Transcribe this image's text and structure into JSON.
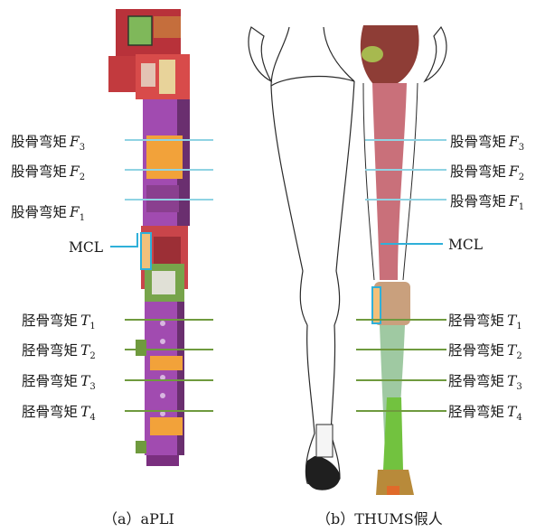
{
  "colors": {
    "femur_line": "#8fd3e3",
    "tibia_line": "#6f9a3e",
    "mcl_line": "#2fb0d9",
    "mcl_box": "#f2c07a",
    "femur_bone": "#c9707a",
    "tibia_bone": "#9fc9a2",
    "knee": "#c9a07d",
    "aplli_purple": "#a14bb0",
    "aplli_orange": "#f2a23a",
    "foot_green": "#72c23f"
  },
  "left_labels": {
    "femur_f3": {
      "main": "股骨弯矩",
      "var": "F",
      "sub": "3"
    },
    "femur_f2": {
      "main": "股骨弯矩",
      "var": "F",
      "sub": "2"
    },
    "femur_f1": {
      "main": "股骨弯矩",
      "var": "F",
      "sub": "1"
    },
    "mcl": "MCL",
    "tibia_t1": {
      "main": "胫骨弯矩",
      "var": "T",
      "sub": "1"
    },
    "tibia_t2": {
      "main": "胫骨弯矩",
      "var": "T",
      "sub": "2"
    },
    "tibia_t3": {
      "main": "胫骨弯矩",
      "var": "T",
      "sub": "3"
    },
    "tibia_t4": {
      "main": "胫骨弯矩",
      "var": "T",
      "sub": "4"
    }
  },
  "right_labels": {
    "femur_f3": {
      "main": "股骨弯矩",
      "var": "F",
      "sub": "3"
    },
    "femur_f2": {
      "main": "股骨弯矩",
      "var": "F",
      "sub": "2"
    },
    "femur_f1": {
      "main": "股骨弯矩",
      "var": "F",
      "sub": "1"
    },
    "mcl": "MCL",
    "tibia_t1": {
      "main": "胫骨弯矩",
      "var": "T",
      "sub": "1"
    },
    "tibia_t2": {
      "main": "胫骨弯矩",
      "var": "T",
      "sub": "2"
    },
    "tibia_t3": {
      "main": "胫骨弯矩",
      "var": "T",
      "sub": "3"
    },
    "tibia_t4": {
      "main": "胫骨弯矩",
      "var": "T",
      "sub": "4"
    }
  },
  "captions": {
    "left": "（a）aPLI",
    "right": "（b）THUMS假人"
  }
}
